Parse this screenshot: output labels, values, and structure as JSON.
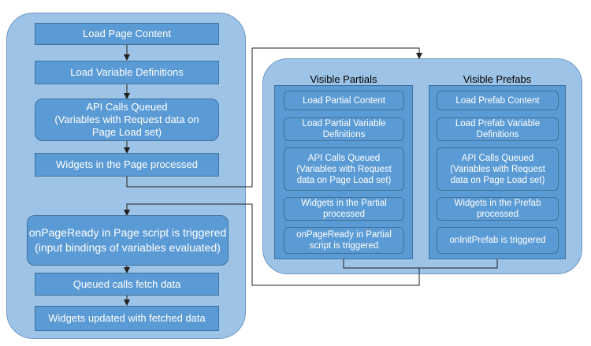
{
  "page_flow": {
    "load_page_content": "Load Page Content",
    "load_variable_definitions": "Load Variable Definitions",
    "api_calls_queued": [
      "API Calls Queued",
      "(Variables with Request data on",
      "Page Load set)"
    ],
    "widgets_processed": "Widgets in the Page processed"
  },
  "ready_flow": {
    "on_page_ready": [
      "onPageReady in Page script is triggered",
      "(input bindings of variables evaluated)"
    ],
    "queued_calls": "Queued calls fetch data",
    "widgets_updated": "Widgets updated with fetched data"
  },
  "partials": {
    "title": "Visible Partials",
    "load_content": "Load Partial Content",
    "load_variables": [
      "Load Partial Variable",
      "Definitions"
    ],
    "api_calls": [
      "API Calls Queued",
      "(Variables with Request",
      "data on Page Load set)"
    ],
    "widgets": [
      "Widgets in the Partial",
      "processed"
    ],
    "ready": [
      "onPageReady in Partial",
      "script  is triggered"
    ]
  },
  "prefabs": {
    "title": "Visible Prefabs",
    "load_content": "Load Prefab Content",
    "load_variables": [
      "Load Prefab Variable",
      "Definitions"
    ],
    "api_calls": [
      "API Calls Queued",
      "(Variables with Request",
      "data on Page Load set)"
    ],
    "widgets": [
      "Widgets in the Prefab",
      "processed"
    ],
    "init": "onInitPrefab is triggered"
  }
}
